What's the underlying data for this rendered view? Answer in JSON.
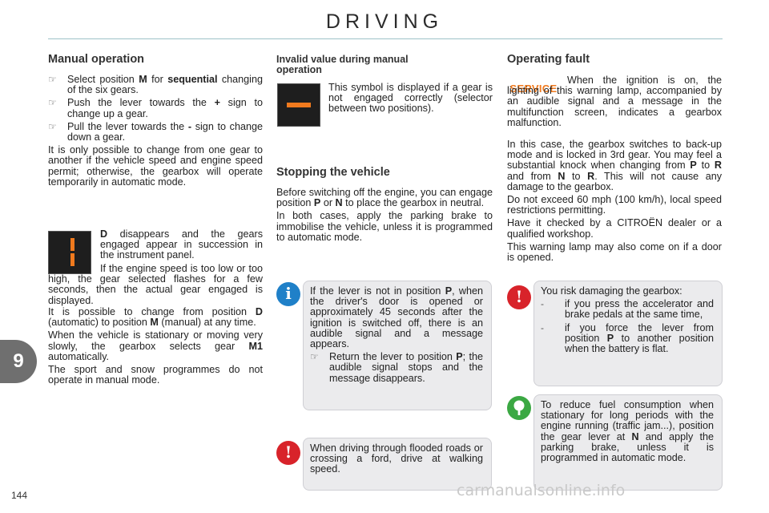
{
  "header": {
    "title": "DRIVING"
  },
  "chapter": {
    "number": "9"
  },
  "page_number": "144",
  "watermark": "carmanualsonline.info",
  "manual_operation": {
    "heading": "Manual operation",
    "bullets": [
      {
        "pre": "Select position ",
        "b1": "M",
        "mid": " for ",
        "b2": "sequential",
        "post": " changing of the six gears."
      },
      {
        "pre": "Push the lever towards the ",
        "b1": "+",
        "post": " sign to change up a gear."
      },
      {
        "pre": "Pull the lever towards the ",
        "b1": "-",
        "post": " sign to change down a gear."
      }
    ],
    "para1": "It is only possible to change from one gear to another if the vehicle speed and engine speed permit; otherwise, the gearbox will operate temporarily in automatic mode.",
    "icon_para_b": "D",
    "icon_para_1": " disappears and the gears engaged appear in succession in the instrument panel.",
    "icon_para_2": "If the engine speed is too low or too high, the gear selected flashes for a few seconds, then the actual gear engaged is displayed.",
    "para3_a": "It is possible to change from position ",
    "para3_b1": "D",
    "para3_c": " (automatic) to position ",
    "para3_b2": "M",
    "para3_d": " (manual) at any time.",
    "para4_a": "When the vehicle is stationary or moving very slowly, the gearbox selects gear ",
    "para4_b": "M1",
    "para4_c": " automatically.",
    "para5": "The sport and snow programmes do not operate in manual mode."
  },
  "invalid_value": {
    "heading": "Invalid value during manual operation",
    "text": "This symbol is displayed if a gear is not engaged correctly (selector between two positions)."
  },
  "stopping": {
    "heading": "Stopping the vehicle",
    "para1_a": "Before switching off the engine, you can engage position ",
    "para1_b1": "P",
    "para1_c": " or ",
    "para1_b2": "N",
    "para1_d": " to place the gearbox in neutral.",
    "para2": "In both cases, apply the parking brake to immobilise the vehicle, unless it is programmed to automatic mode."
  },
  "info_panel": {
    "p1_a": "If the lever is not in position ",
    "p1_b": "P",
    "p1_c": ", when the driver's door is opened or approximately 45 seconds after the ignition is switched off, there is an audible signal and a message appears.",
    "bullet_a": "Return the lever to position ",
    "bullet_b": "P",
    "bullet_c": "; the audible signal stops and the message disappears."
  },
  "flood_panel": {
    "text": "When driving through flooded roads or crossing a ford, drive at walking speed."
  },
  "operating_fault": {
    "heading": "Operating fault",
    "service_label": "SERVICE",
    "para1": "When the ignition is on, the lighting of this warning lamp, accompanied by an audible signal and a message in the multifunction screen, indicates a gearbox malfunction.",
    "para2_a": "In this case, the gearbox switches to back-up mode and is locked in 3rd gear. You may feel a substantial knock when changing from ",
    "para2_b1": "P",
    "para2_c": " to ",
    "para2_b2": "R",
    "para2_d": " and from ",
    "para2_b3": "N",
    "para2_e": " to ",
    "para2_b4": "R",
    "para2_f": ". This will not cause any damage to the gearbox.",
    "para3": "Do not exceed 60 mph (100 km/h), local speed restrictions permitting.",
    "para4": "Have it checked by a CITROËN dealer or a qualified workshop.",
    "para5": "This warning lamp may also come on if a door is opened."
  },
  "risk_panel": {
    "intro": "You risk damaging the gearbox:",
    "item1": "if you press the accelerator and brake pedals at the same time,",
    "item2_a": "if you force the lever from position ",
    "item2_b": "P",
    "item2_c": " to another position when the battery is flat."
  },
  "eco_panel": {
    "text_a": "To reduce fuel consumption when stationary for long periods with the engine running (traffic jam...), position the gear lever at ",
    "text_b": "N",
    "text_c": " and apply the parking brake, unless it is programmed in automatic mode."
  }
}
